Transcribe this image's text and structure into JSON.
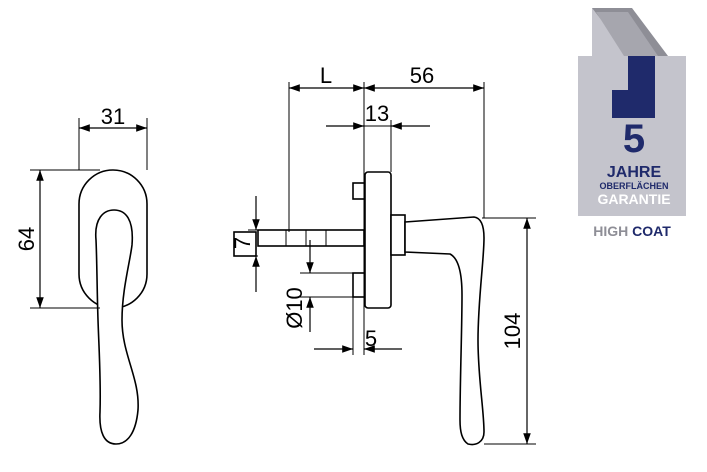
{
  "dimensions": {
    "front_width": "31",
    "front_height": "64",
    "L": "L",
    "d56": "56",
    "d13": "13",
    "d7": "7",
    "d10": "Ø10",
    "d5": "5",
    "d104": "104"
  },
  "badge": {
    "number": "5",
    "line1": "JAHRE",
    "line2": "OBERFLÄCHEN",
    "line3": "GARANTIE",
    "brand_high": "HIGH",
    "brand_coat": "COAT",
    "colors": {
      "gray_dark": "#8e8e96",
      "gray_light": "#c4c4cc",
      "navy": "#1f2a6b"
    }
  }
}
